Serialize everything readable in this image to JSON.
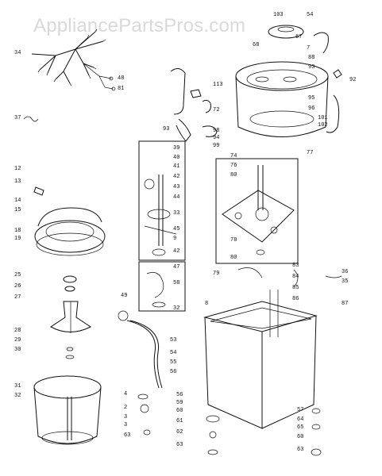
{
  "watermark": "AppliancePartsPros.com",
  "callouts": [
    {
      "id": "34",
      "label": "34"
    },
    {
      "id": "48",
      "label": "48"
    },
    {
      "id": "81",
      "label": "81"
    },
    {
      "id": "37",
      "label": "37"
    },
    {
      "id": "103",
      "label": "103"
    },
    {
      "id": "54",
      "label": "54"
    },
    {
      "id": "67",
      "label": "67"
    },
    {
      "id": "68",
      "label": "68"
    },
    {
      "id": "7",
      "label": "7"
    },
    {
      "id": "88",
      "label": "88"
    },
    {
      "id": "93",
      "label": "93"
    },
    {
      "id": "92",
      "label": "92"
    },
    {
      "id": "113",
      "label": "113"
    },
    {
      "id": "72",
      "label": "72"
    },
    {
      "id": "95",
      "label": "95"
    },
    {
      "id": "96",
      "label": "96"
    },
    {
      "id": "101",
      "label": "101"
    },
    {
      "id": "102",
      "label": "102"
    },
    {
      "id": "93b",
      "label": "93"
    },
    {
      "id": "98",
      "label": "98"
    },
    {
      "id": "94",
      "label": "94"
    },
    {
      "id": "99",
      "label": "99"
    },
    {
      "id": "39",
      "label": "39"
    },
    {
      "id": "40",
      "label": "40"
    },
    {
      "id": "41",
      "label": "41"
    },
    {
      "id": "42",
      "label": "42"
    },
    {
      "id": "43",
      "label": "43"
    },
    {
      "id": "44",
      "label": "44"
    },
    {
      "id": "33",
      "label": "33"
    },
    {
      "id": "45",
      "label": "45"
    },
    {
      "id": "9",
      "label": "9"
    },
    {
      "id": "42b",
      "label": "42"
    },
    {
      "id": "47",
      "label": "47"
    },
    {
      "id": "58",
      "label": "58"
    },
    {
      "id": "32",
      "label": "32"
    },
    {
      "id": "12",
      "label": "12"
    },
    {
      "id": "13",
      "label": "13"
    },
    {
      "id": "14",
      "label": "14"
    },
    {
      "id": "15",
      "label": "15"
    },
    {
      "id": "18",
      "label": "18"
    },
    {
      "id": "19",
      "label": "19"
    },
    {
      "id": "25",
      "label": "25"
    },
    {
      "id": "26",
      "label": "26"
    },
    {
      "id": "27",
      "label": "27"
    },
    {
      "id": "28",
      "label": "28"
    },
    {
      "id": "29",
      "label": "29"
    },
    {
      "id": "30",
      "label": "30"
    },
    {
      "id": "31",
      "label": "31"
    },
    {
      "id": "32b",
      "label": "32"
    },
    {
      "id": "49",
      "label": "49"
    },
    {
      "id": "53",
      "label": "53"
    },
    {
      "id": "74",
      "label": "74"
    },
    {
      "id": "76",
      "label": "76"
    },
    {
      "id": "80",
      "label": "80"
    },
    {
      "id": "77",
      "label": "77"
    },
    {
      "id": "78",
      "label": "78"
    },
    {
      "id": "80b",
      "label": "80"
    },
    {
      "id": "83",
      "label": "83"
    },
    {
      "id": "84",
      "label": "84"
    },
    {
      "id": "85",
      "label": "85"
    },
    {
      "id": "86",
      "label": "86"
    },
    {
      "id": "36",
      "label": "36"
    },
    {
      "id": "35",
      "label": "35"
    },
    {
      "id": "87",
      "label": "87"
    },
    {
      "id": "79",
      "label": "79"
    },
    {
      "id": "8",
      "label": "8"
    },
    {
      "id": "54b",
      "label": "54"
    },
    {
      "id": "55",
      "label": "55"
    },
    {
      "id": "56",
      "label": "56"
    },
    {
      "id": "4",
      "label": "4"
    },
    {
      "id": "2",
      "label": "2"
    },
    {
      "id": "3",
      "label": "3"
    },
    {
      "id": "3b",
      "label": "3"
    },
    {
      "id": "63",
      "label": "63"
    },
    {
      "id": "56b",
      "label": "56"
    },
    {
      "id": "59",
      "label": "59"
    },
    {
      "id": "60",
      "label": "60"
    },
    {
      "id": "61",
      "label": "61"
    },
    {
      "id": "62",
      "label": "62"
    },
    {
      "id": "63b",
      "label": "63"
    },
    {
      "id": "57",
      "label": "57"
    },
    {
      "id": "64",
      "label": "64"
    },
    {
      "id": "65",
      "label": "65"
    },
    {
      "id": "60b",
      "label": "60"
    },
    {
      "id": "63c",
      "label": "63"
    }
  ]
}
